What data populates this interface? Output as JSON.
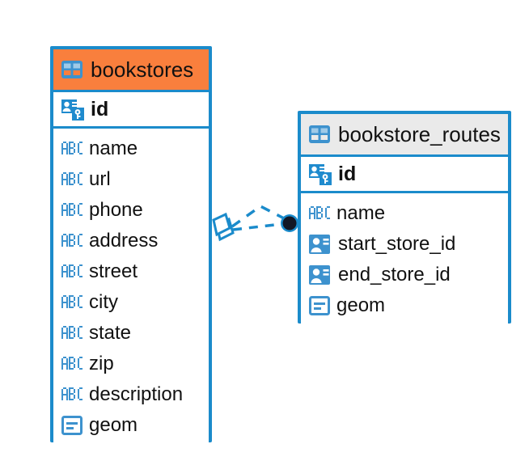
{
  "diagram": {
    "type": "entity-relationship-diagram",
    "background": "#FFFFFF",
    "colors": {
      "border": "#1B8BCB",
      "accent_header": "#F97F3D",
      "plain_header": "#EAEAEA",
      "icon_blue": "#3D92CE",
      "link": "#1B8BCB",
      "endpoint": "#121725",
      "text": "#111111"
    },
    "entities": [
      {
        "name": "bookstores",
        "header_style": "accent",
        "icon": "table-icon",
        "primary_key": {
          "label": "id",
          "icon": "primary-key-icon"
        },
        "fields": [
          {
            "label": "name",
            "icon": "text-type-icon"
          },
          {
            "label": "url",
            "icon": "text-type-icon"
          },
          {
            "label": "phone",
            "icon": "text-type-icon"
          },
          {
            "label": "address",
            "icon": "text-type-icon"
          },
          {
            "label": "street",
            "icon": "text-type-icon"
          },
          {
            "label": "city",
            "icon": "text-type-icon"
          },
          {
            "label": "state",
            "icon": "text-type-icon"
          },
          {
            "label": "zip",
            "icon": "text-type-icon"
          },
          {
            "label": "description",
            "icon": "text-type-icon"
          },
          {
            "label": "geom",
            "icon": "geometry-type-icon"
          }
        ]
      },
      {
        "name": "bookstore_routes",
        "header_style": "plain",
        "icon": "table-icon",
        "primary_key": {
          "label": "id",
          "icon": "primary-key-icon"
        },
        "fields": [
          {
            "label": "name",
            "icon": "text-type-icon"
          },
          {
            "label": "start_store_id",
            "icon": "foreign-key-icon"
          },
          {
            "label": "end_store_id",
            "icon": "foreign-key-icon"
          },
          {
            "label": "geom",
            "icon": "geometry-type-icon"
          }
        ]
      }
    ],
    "relationship": {
      "style": "dashed",
      "source_entity": "bookstores",
      "target_entity": "bookstore_routes",
      "source_marker": "diamond-handle",
      "target_marker": "filled-circle",
      "multiplicity": 2
    }
  }
}
